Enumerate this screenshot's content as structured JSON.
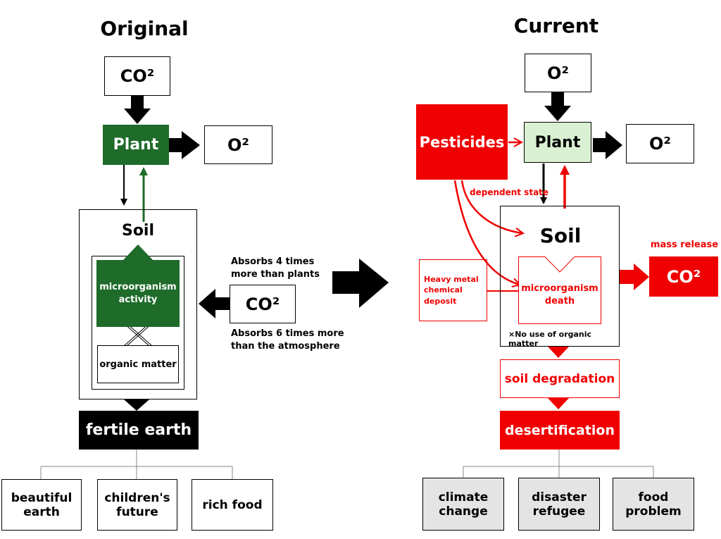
{
  "original": {
    "heading": "Original",
    "co2_top": "CO²",
    "plant": "Plant",
    "o2_out": "O²",
    "soil": "Soil",
    "microorganism": "microorganism activity",
    "organic_matter": "organic matter",
    "fertile_earth": "fertile earth",
    "outcomes": [
      "beautiful earth",
      "children's future",
      "rich food"
    ],
    "side_co2": "CO²",
    "absorbs_plants": "Absorbs 4 times more than plants",
    "absorbs_atmosphere": "Absorbs 6 times more than the atmosphere"
  },
  "current": {
    "heading": "Current",
    "o2_top": "O²",
    "pesticides": "Pesticides",
    "plant": "Plant",
    "o2_out": "O²",
    "dependent_state": "dependent state",
    "soil": "Soil",
    "heavy_metal": "Heavy metal chemical deposit",
    "microorganism_death": "microorganism death",
    "no_organic_use": "×No use of organic matter",
    "mass_release": "mass release",
    "co2_release": "CO²",
    "soil_degradation": "soil degradation",
    "desertification": "desertification",
    "outcomes": [
      "climate change",
      "disaster refugee",
      "food problem"
    ]
  },
  "colors": {
    "green": "#1e6b2a",
    "light_green": "#d9f0d3",
    "red": "#f00000",
    "gray_box": "#e4e4e4",
    "black": "#000000"
  }
}
